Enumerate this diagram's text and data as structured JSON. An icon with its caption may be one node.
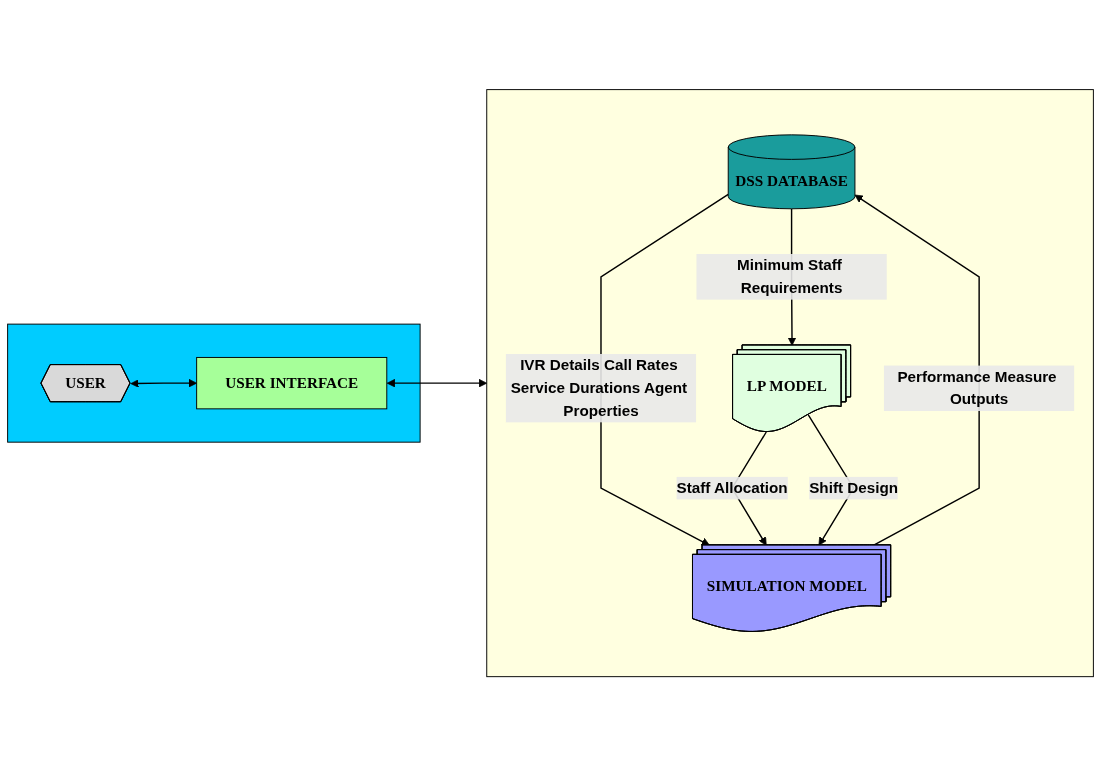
{
  "diagram": {
    "nodes": [
      {
        "text": [],
        "shape": "box"
      },
      {
        "text": [
          "USER"
        ],
        "in": 0
      },
      {
        "text": [
          "USER INTERFACE"
        ],
        "in": 0
      },
      {
        "text": [],
        "shape": "box"
      },
      {
        "text": [
          "DSS DATABASE"
        ],
        "in": 3
      },
      {
        "text": [
          "SIMULATION MODEL"
        ],
        "in": 3
      },
      {
        "text": [
          "LP MODEL"
        ],
        "in": 3
      }
    ],
    "edges": [
      {
        "from": 1,
        "to": 2,
        "arrow": "both"
      },
      {
        "from": 2,
        "to": 3,
        "arrow": "both"
      },
      {
        "from": 4,
        "to": 6,
        "arrow": "to",
        "label": "Minimum Staff Requirements"
      },
      {
        "from": 4,
        "to": 5,
        "arrow": "to",
        "label": "IVR Details Call Rates Service Durations Agent Properties"
      },
      {
        "from": 5,
        "to": 4,
        "arrow": "to",
        "label": "Performance Measure Outputs"
      },
      {
        "from": 6,
        "to": 5,
        "arrow": "to",
        "label": "Staff Allocation"
      },
      {
        "from": 6,
        "to": 5,
        "arrow": "to",
        "label": "Shift Design"
      }
    ]
  }
}
